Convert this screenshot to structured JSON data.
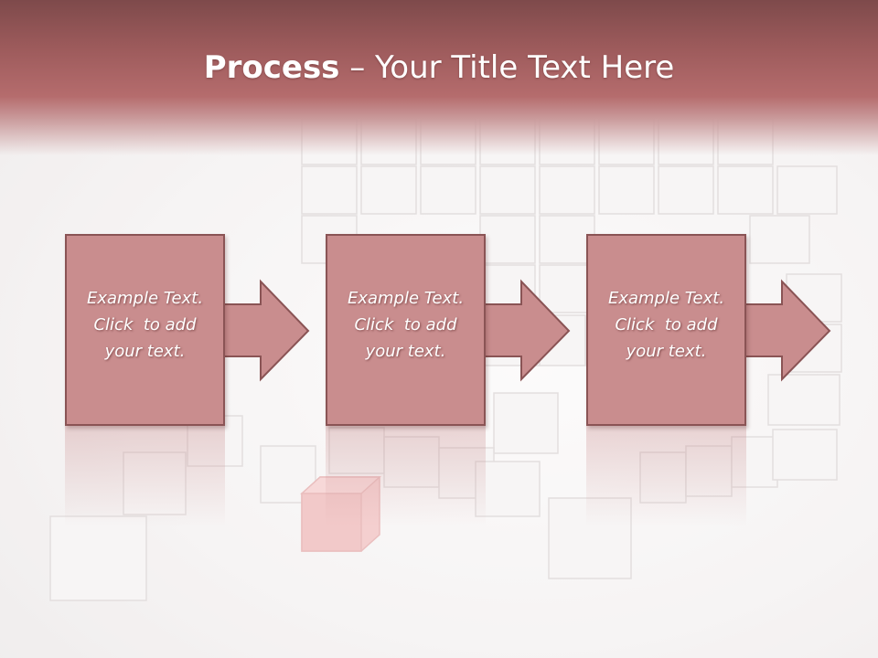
{
  "slide": {
    "title_bold": "Process",
    "title_rest": " – Your Title Text Here"
  },
  "steps": [
    {
      "line1": "Example Text.",
      "line2": "Click  to add",
      "line3": "your text."
    },
    {
      "line1": "Example Text.",
      "line2": "Click  to add",
      "line3": "your text."
    },
    {
      "line1": "Example Text.",
      "line2": "Click  to add",
      "line3": "your text."
    }
  ],
  "colors": {
    "header": "#9c5a5b",
    "box_fill": "#c98d8e",
    "box_border": "#8a5455",
    "accent_cube": "#f0b3b3"
  }
}
